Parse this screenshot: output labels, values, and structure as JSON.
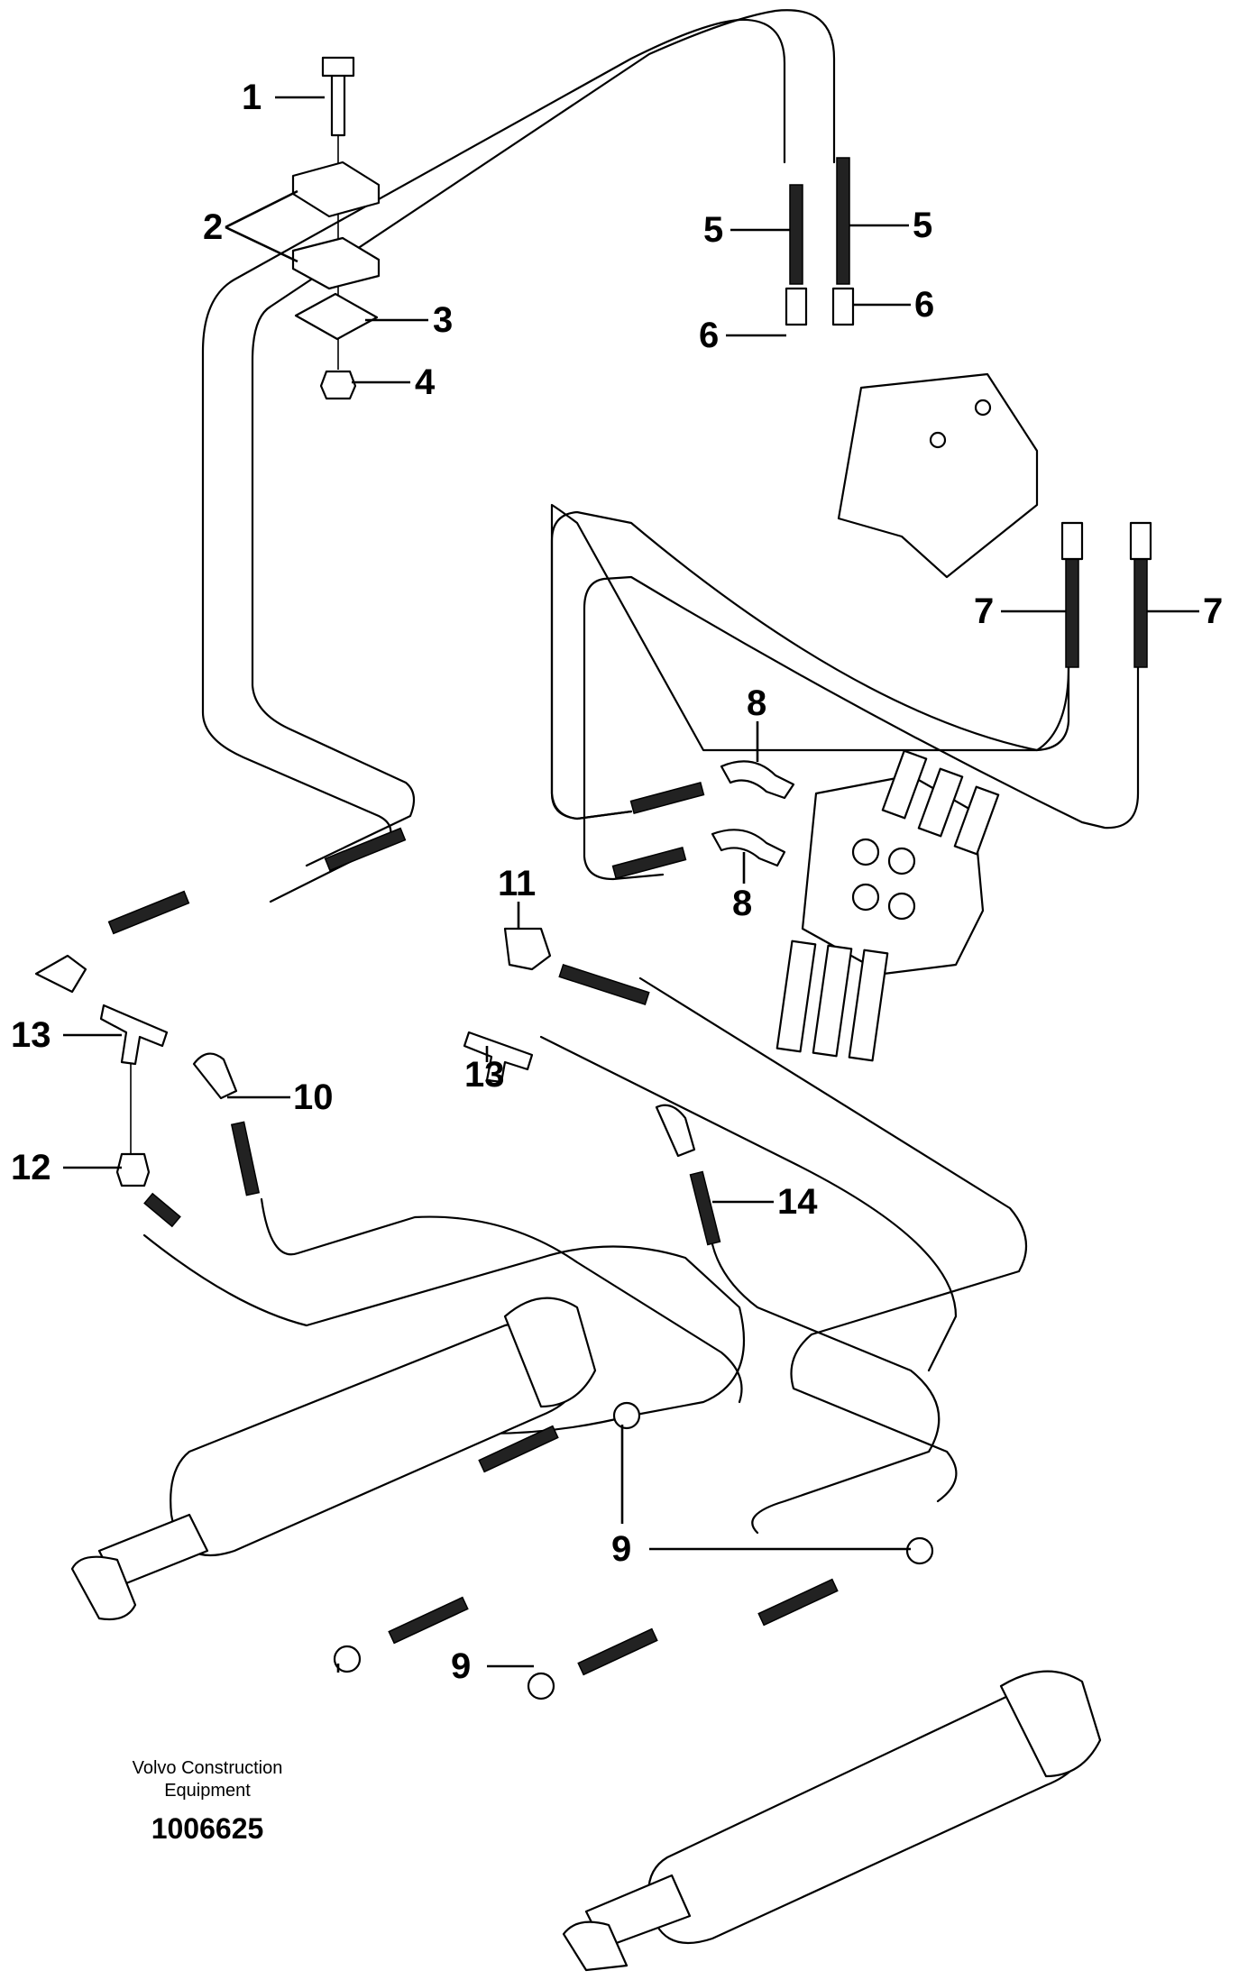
{
  "callouts": [
    {
      "id": "c1",
      "label": "1"
    },
    {
      "id": "c2",
      "label": "2"
    },
    {
      "id": "c3",
      "label": "3"
    },
    {
      "id": "c4",
      "label": "4"
    },
    {
      "id": "c5a",
      "label": "5"
    },
    {
      "id": "c5b",
      "label": "5"
    },
    {
      "id": "c6a",
      "label": "6"
    },
    {
      "id": "c6b",
      "label": "6"
    },
    {
      "id": "c7a",
      "label": "7"
    },
    {
      "id": "c7b",
      "label": "7"
    },
    {
      "id": "c8a",
      "label": "8"
    },
    {
      "id": "c8b",
      "label": "8"
    },
    {
      "id": "c9a",
      "label": "9"
    },
    {
      "id": "c9b",
      "label": "9"
    },
    {
      "id": "c10",
      "label": "10"
    },
    {
      "id": "c11",
      "label": "11"
    },
    {
      "id": "c12",
      "label": "12"
    },
    {
      "id": "c13a",
      "label": "13"
    },
    {
      "id": "c13b",
      "label": "13"
    },
    {
      "id": "c14",
      "label": "14"
    }
  ],
  "footer": {
    "brand_line1": "Volvo Construction",
    "brand_line2": "Equipment",
    "doc_number": "1006625"
  }
}
